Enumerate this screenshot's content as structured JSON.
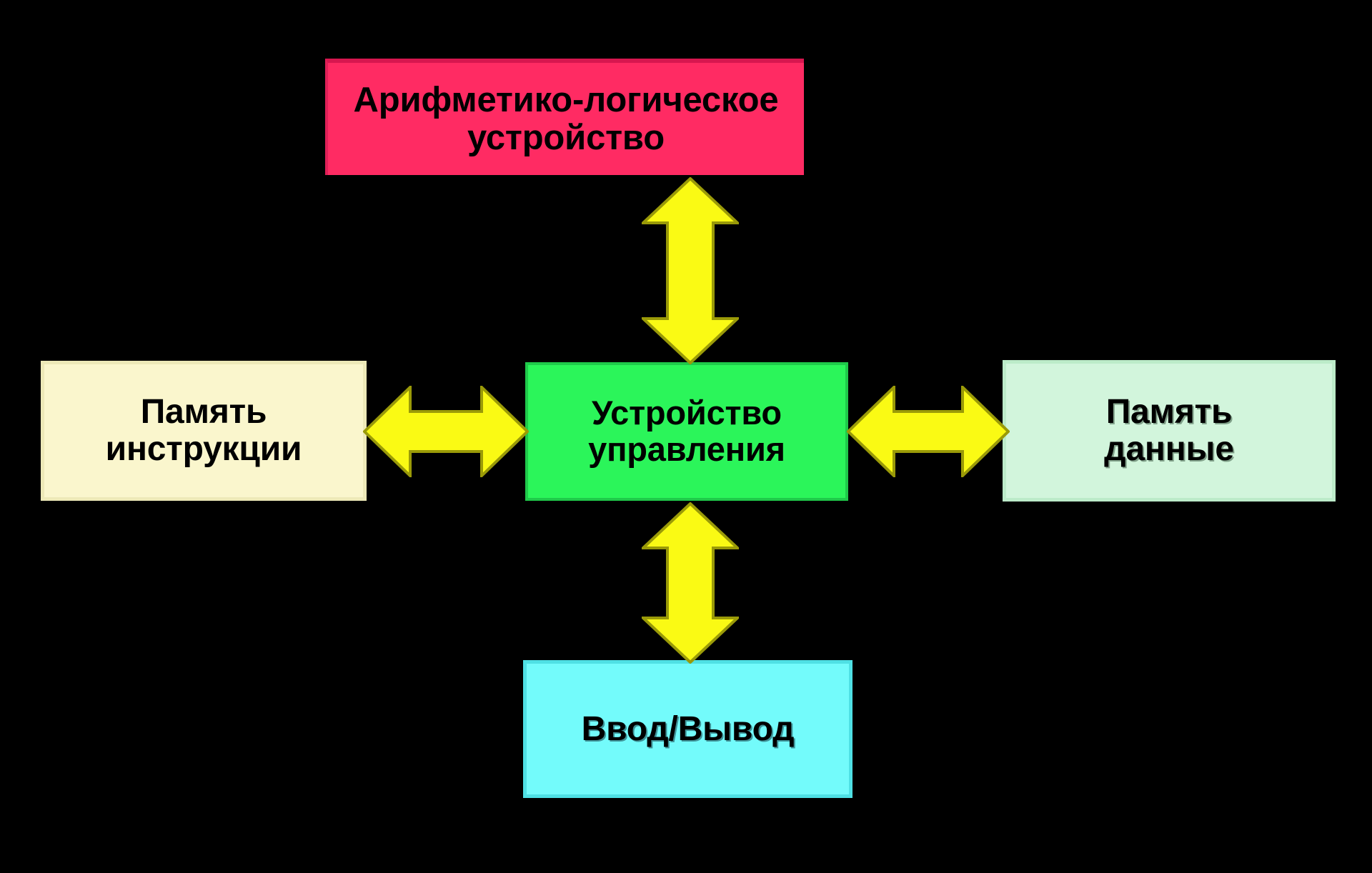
{
  "diagram": {
    "title_text": "",
    "background_color": "#000000",
    "arrow_color": "#FAFA14",
    "arrow_outline_color": "#9A9A08",
    "nodes": [
      {
        "id": "alu",
        "label": "Арифметико-логическое\nустройство",
        "color": "#FF2B63",
        "role": "arithmetic-logic-unit"
      },
      {
        "id": "control",
        "label": "Устройство\nуправления",
        "color": "#2BF55A",
        "role": "control-unit"
      },
      {
        "id": "instruction-memory",
        "label": "Память\nинструкции",
        "color": "#FAF6CD",
        "role": "instruction-memory"
      },
      {
        "id": "data-memory",
        "label": "Память\nданные",
        "color": "#D2F5DC",
        "role": "data-memory"
      },
      {
        "id": "io",
        "label": "Ввод/Вывод",
        "color": "#73FBFB",
        "role": "input-output"
      }
    ],
    "connections": [
      {
        "id": "control-alu",
        "from": "control",
        "to": "alu",
        "style": "double-headed",
        "orientation": "vertical"
      },
      {
        "id": "instruction-memory-control",
        "from": "instruction-memory",
        "to": "control",
        "style": "double-headed",
        "orientation": "horizontal"
      },
      {
        "id": "control-data-memory",
        "from": "control",
        "to": "data-memory",
        "style": "double-headed",
        "orientation": "horizontal"
      },
      {
        "id": "control-io",
        "from": "control",
        "to": "io",
        "style": "double-headed",
        "orientation": "vertical"
      }
    ]
  }
}
